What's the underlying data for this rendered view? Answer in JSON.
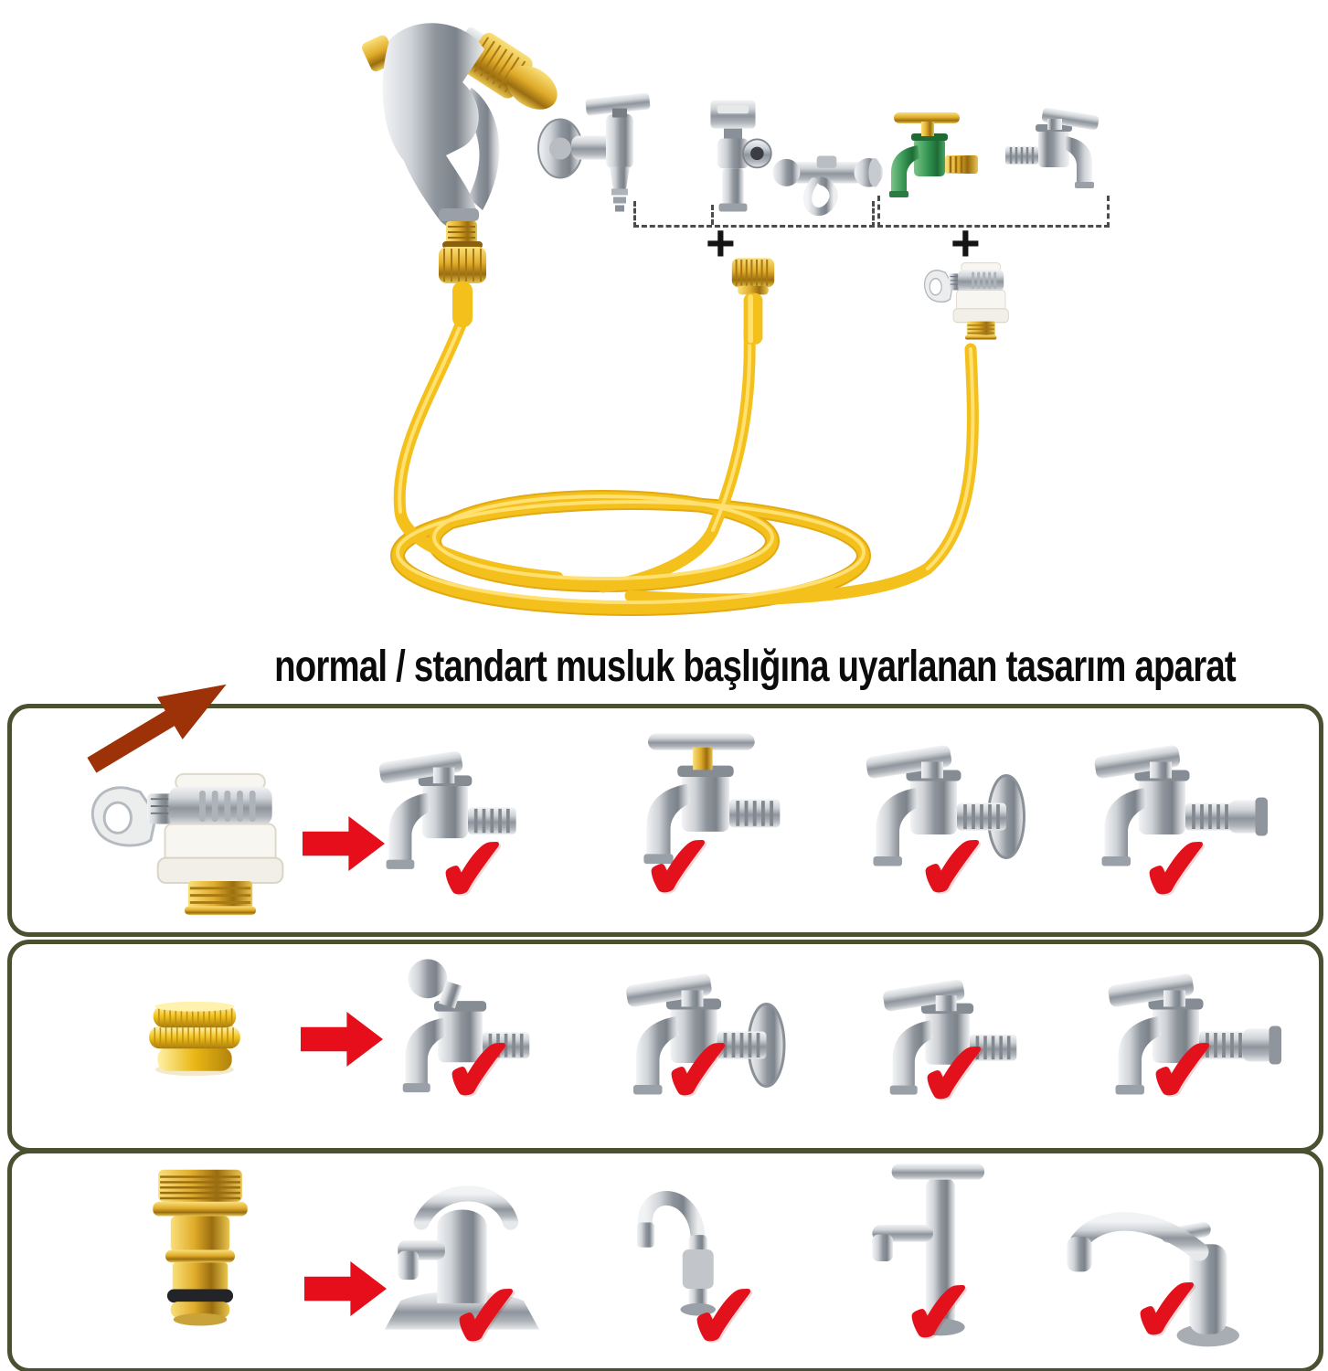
{
  "caption": {
    "text": "normal / standart musluk başlığına uyarlanan tasarım aparat"
  },
  "glyphs": {
    "plus": "+",
    "check": "✔"
  },
  "colors": {
    "row_border": "#4a5130",
    "check_red": "#e2111b",
    "arrow_red": "#e50e1a",
    "callout_arrow_brown": "#9d3208",
    "hose_yellow": "#f4c01c",
    "brass": "#e0ac2a",
    "green_tap": "#2f8f4c"
  },
  "top_section": {
    "left_item": "spray-gun-with-brass-nozzle-and-quick-connector",
    "hose": "yellow-flat-hose-coil",
    "group_left": {
      "items": [
        "wall-mount-hose-bib-tap",
        "chrome-angle-valve",
        "shower-mixer-valve"
      ],
      "adapter_below": "brass-hose-end-connector"
    },
    "group_right": {
      "items": [
        "green-garden-bibcock",
        "chrome-lever-tap"
      ],
      "adapter_below": "universal-white-tap-adapter-with-hose-clamp-key"
    }
  },
  "rows": [
    {
      "adapter": "universal-white-tap-adapter-with-hose-clamp-key",
      "compatible_faucets": [
        "lever-wall-tap",
        "vintage-tee-handle-bibcock",
        "curved-lever-flange-tap",
        "long-spout-lever-tap"
      ]
    },
    {
      "adapter": "brass-double-female-threaded-ring-adapter",
      "compatible_faucets": [
        "ball-handle-wall-tap",
        "lever-flange-wall-tap",
        "modern-lever-tap",
        "ball-handle-long-pipe-tap"
      ]
    },
    {
      "adapter": "brass-male-quick-connector-with-o-ring",
      "compatible_faucets": [
        "basin-mixer-faucet",
        "gooseneck-faucet",
        "tall-basin-faucet",
        "kitchen-swivel-spout-faucet"
      ]
    }
  ]
}
